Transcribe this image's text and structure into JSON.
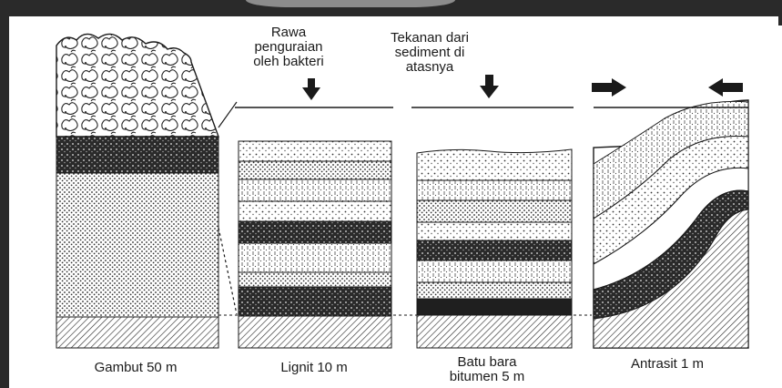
{
  "diagram": {
    "captions": {
      "gambut": "Gambut 50 m",
      "lignit": "Lignit 10 m",
      "bitumen": "Batu bara\nbitumen 5 m",
      "antrasit": "Antrasit 1 m"
    },
    "annotations": {
      "rawa": "Rawa\npenguraian\noleh bakteri",
      "tekanan": "Tekanan dari\nsediment di\natasnya"
    },
    "colors": {
      "ink": "#1a1a1a",
      "frame": "#2a2a2a",
      "background": "#ffffff"
    },
    "icons": [
      "down-arrow-icon",
      "left-arrow-icon",
      "right-arrow-icon"
    ]
  }
}
